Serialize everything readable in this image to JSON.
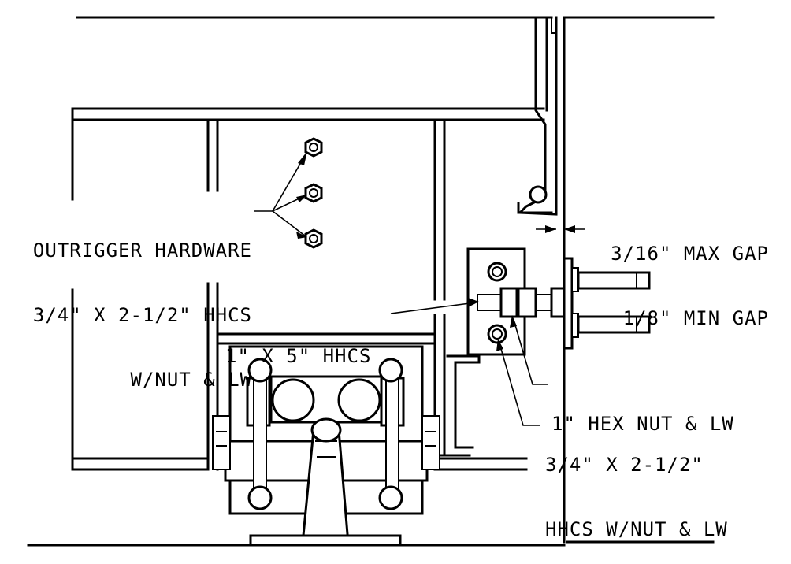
{
  "callouts": {
    "outrigger": {
      "line1": "OUTRIGGER HARDWARE",
      "line2": "3/4\" X 2-1/2\" HHCS",
      "line3": "W/NUT & LW"
    },
    "gap": {
      "line1": "3/16\" MAX GAP",
      "line2": "1/8\" MIN GAP"
    },
    "bolt": {
      "line1": "1\" X 5\" HHCS"
    },
    "hex_nut": {
      "line1": "1\" HEX NUT & LW"
    },
    "hhcs": {
      "line1": "3/4\" X 2-1/2\"",
      "line2": "HHCS W/NUT & LW"
    }
  }
}
